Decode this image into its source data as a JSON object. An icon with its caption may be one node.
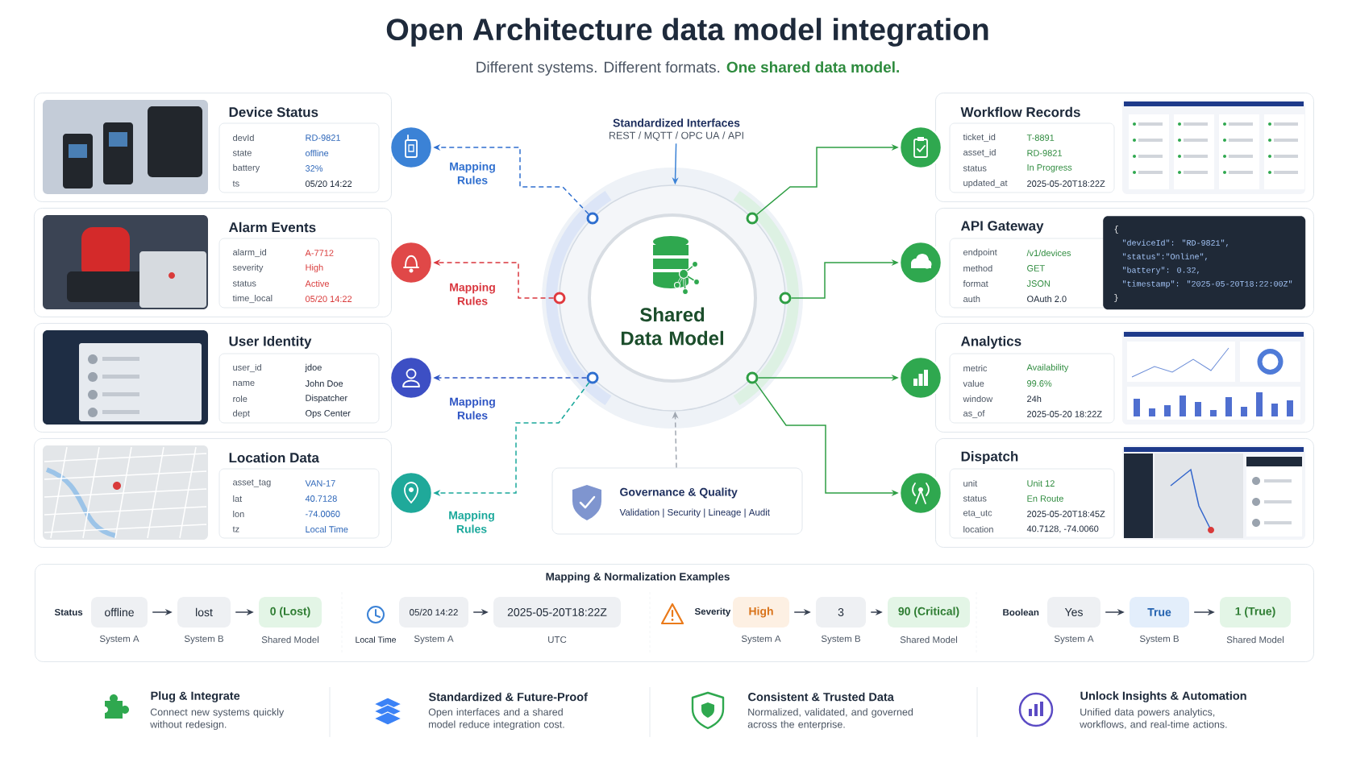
{
  "diagram": {
    "title": "Open Architecture data model integration",
    "nodes": [
      {
        "text": [
          "Device Status",
          "devId",
          "RD-9821",
          "state",
          "offline",
          "battery",
          "32%",
          "ts",
          "05/20 14:22"
        ]
      },
      {
        "text": [
          "Alarm Events",
          "alarm_id",
          "A-7712",
          "severity",
          "High",
          "status",
          "Active",
          "time_local",
          "05/20 14:22"
        ]
      },
      {
        "text": [
          "User Identity",
          "user_id",
          "jdoe",
          "name",
          "John Doe",
          "role",
          "Dispatcher",
          "dept",
          "Ops Center"
        ]
      },
      {
        "text": [
          "Location Data",
          "asset_tag",
          "VAN-17",
          "lat",
          "40.7128",
          "lon",
          "-74.0060",
          "tz",
          "Local Time"
        ]
      },
      {
        "text": [],
        "shape": "circle"
      },
      {
        "text": [],
        "shape": "circle"
      },
      {
        "text": [],
        "shape": "circle"
      },
      {
        "text": [],
        "shape": "circle"
      },
      {
        "text": [
          "Standardized Interfaces",
          "REST / MQTT / OPC UA / API"
        ]
      },
      {
        "text": [
          "Shared Data Model"
        ]
      },
      {
        "text": [
          "Governance & Quality",
          "Validation | Security | Lineage | Audit"
        ]
      },
      {
        "text": [],
        "shape": "circle"
      },
      {
        "text": [],
        "shape": "circle"
      },
      {
        "text": [],
        "shape": "circle"
      },
      {
        "text": [],
        "shape": "circle"
      },
      {
        "text": [
          "Workflow Records",
          "ticket_id",
          "T-8891",
          "asset_id",
          "RD-9821",
          "status",
          "In Progress",
          "updated_at",
          "2025-05-20T18:22Z"
        ]
      },
      {
        "text": [
          "API Gateway",
          "endpoint",
          "/v1/devices",
          "method",
          "GET",
          "format",
          "JSON",
          "auth",
          "OAuth 2.0"
        ]
      },
      {
        "text": [
          "Analytics",
          "metric",
          "Availability",
          "value",
          "99.6%",
          "window",
          "24h",
          "as_of",
          "2025-05-20 18:22Z"
        ]
      },
      {
        "text": [
          "Dispatch",
          "unit",
          "Unit 12",
          "status",
          "En Route",
          "eta_utc",
          "2025-05-20T18:45Z",
          "location",
          "40.7128, -74.0060"
        ]
      },
      {
        "text": [
          "{",
          "\"deviceId\": \"RD-9821\",",
          "\"status\":\"Online\",",
          "\"battery\": 0.32,",
          "\"timestamp\": \"2025-05-20T18:22:00Z\"",
          "}"
        ],
        "in": 16
      },
      {
        "text": [
          "Mapping & Normalization Examples"
        ]
      },
      {
        "text": [
          "offline"
        ],
        "beside": [
          "System A"
        ],
        "in": 20
      },
      {
        "text": [
          "lost"
        ],
        "beside": [
          "System B"
        ],
        "in": 20
      },
      {
        "text": [
          "0 (Lost)"
        ],
        "beside": [
          "Shared Model"
        ],
        "in": 20
      },
      {
        "text": [
          "05/20 14:22"
        ],
        "beside": [
          "System A"
        ],
        "in": 20
      },
      {
        "text": [
          "2025-05-20T18:22Z"
        ],
        "beside": [
          "UTC"
        ],
        "in": 20
      },
      {
        "text": [
          "High"
        ],
        "beside": [
          "System A"
        ],
        "in": 20
      },
      {
        "text": [
          "3"
        ],
        "beside": [
          "System B"
        ],
        "in": 20
      },
      {
        "text": [
          "90 (Critical)"
        ],
        "beside": [
          "Shared Model"
        ],
        "in": 20
      },
      {
        "text": [
          "Yes"
        ],
        "beside": [
          "System A"
        ],
        "in": 20
      },
      {
        "text": [
          "True"
        ],
        "beside": [
          "System B"
        ],
        "in": 20
      },
      {
        "text": [
          "1 (True)"
        ],
        "beside": [
          "Shared Model"
        ],
        "in": 20
      },
      {
        "text": [],
        "shape": "circle",
        "in": 9
      },
      {
        "text": [],
        "shape": "circle",
        "in": 9
      },
      {
        "text": [],
        "shape": "circle",
        "in": 9
      },
      {
        "text": [],
        "shape": "circle",
        "in": 9
      },
      {
        "text": [],
        "shape": "circle",
        "in": 9
      },
      {
        "text": [],
        "shape": "circle",
        "in": 9
      }
    ],
    "edges": [
      {
        "from": 32,
        "to": 4,
        "arrow": "to",
        "label": "Mapping Rules",
        "style": "dashed",
        "color": "#2f6fcf"
      },
      {
        "from": 33,
        "to": 5,
        "arrow": "to",
        "label": "Mapping Rules",
        "style": "dashed",
        "color": "#d9363e"
      },
      {
        "from": 34,
        "to": 6,
        "arrow": "to",
        "label": "Mapping Rules",
        "style": "dashed",
        "color": "#2f55c4"
      },
      {
        "from": 34,
        "to": 7,
        "arrow": "to",
        "label": "Mapping Rules",
        "style": "dashed",
        "color": "#1aa89b"
      },
      {
        "from": 35,
        "to": 11,
        "arrow": "to",
        "color": "#2e9e44"
      },
      {
        "from": 36,
        "to": 12,
        "arrow": "to",
        "color": "#2e9e44"
      },
      {
        "from": 37,
        "to": 13,
        "arrow": "to",
        "color": "#2e9e44"
      },
      {
        "from": 37,
        "to": 14,
        "arrow": "to",
        "color": "#2e9e44"
      },
      {
        "from": 8,
        "to": 9,
        "arrow": "to",
        "color": "#3b82d6"
      },
      {
        "from": 10,
        "to": 9,
        "arrow": "to",
        "style": "dashed",
        "color": "#a0a7b1"
      },
      {
        "from": 21,
        "to": 22,
        "arrow": "to"
      },
      {
        "from": 22,
        "to": 23,
        "arrow": "to"
      },
      {
        "from": 24,
        "to": 25,
        "arrow": "to"
      },
      {
        "from": 26,
        "to": 27,
        "arrow": "to"
      },
      {
        "from": 27,
        "to": 28,
        "arrow": "to"
      },
      {
        "from": 29,
        "to": 30,
        "arrow": "to"
      },
      {
        "from": 30,
        "to": 31,
        "arrow": "to"
      }
    ],
    "labels": [
      "Different systems. Different formats.",
      "One shared data model.",
      "Status",
      "Local Time",
      "Severity",
      "Boolean",
      "Plug & Integrate",
      "Connect new systems quickly without redesign.",
      "Standardized & Future-Proof",
      "Open interfaces and a shared model reduce integration cost.",
      "Consistent & Trusted Data",
      "Normalized, validated, and governed across the enterprise.",
      "Unlock Insights & Automation",
      "Unified data powers analytics, workflows, and real-time actions."
    ]
  }
}
